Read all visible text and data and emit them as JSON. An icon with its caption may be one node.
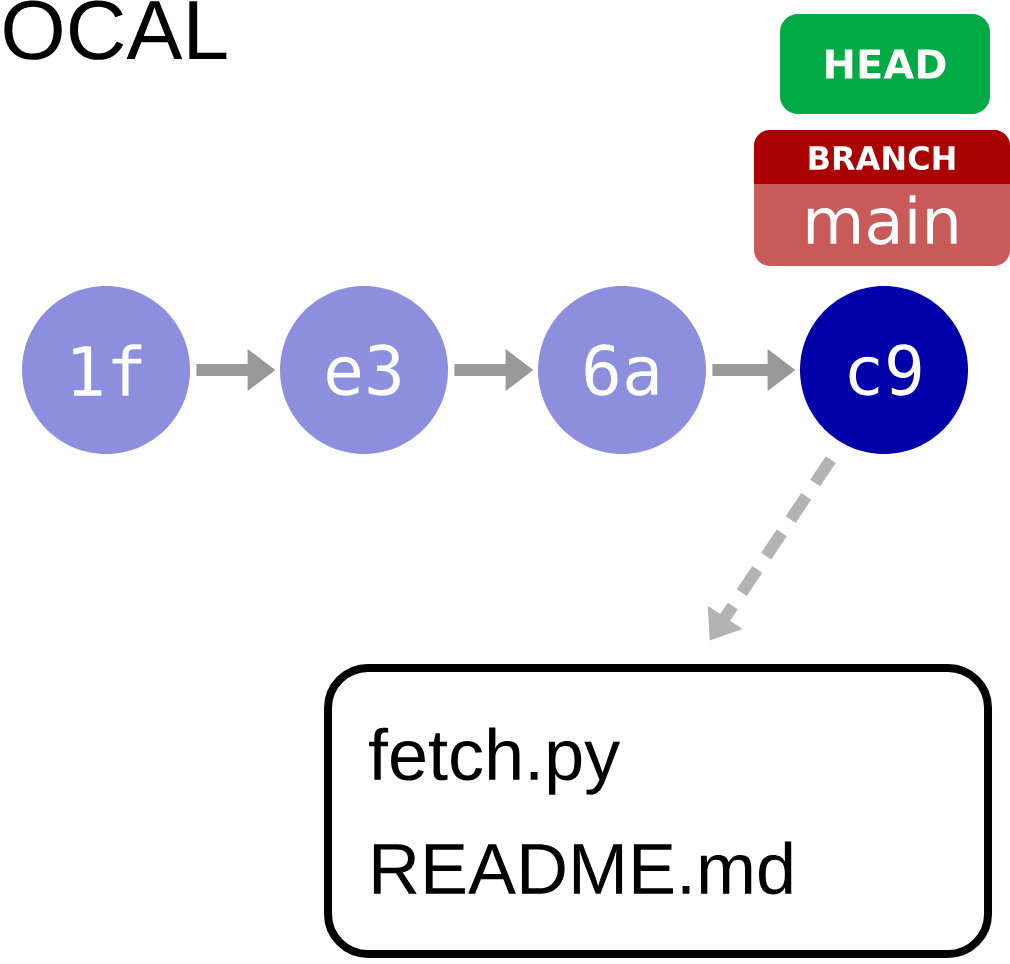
{
  "diagram": {
    "title": "OCAL",
    "nodes": [
      {
        "text": [
          "HEAD"
        ]
      },
      {
        "text": [
          "BRANCH",
          "main"
        ]
      },
      {
        "text": [
          "1f"
        ]
      },
      {
        "text": [
          "e3"
        ]
      },
      {
        "text": [
          "6a"
        ]
      },
      {
        "text": [
          "c9"
        ]
      },
      {
        "text": [
          "fetch.py",
          "README.md"
        ]
      }
    ],
    "edges": [
      {
        "from": 2,
        "to": 3,
        "arrow": "to"
      },
      {
        "from": 3,
        "to": 4,
        "arrow": "to"
      },
      {
        "from": 4,
        "to": 5,
        "arrow": "to"
      },
      {
        "from": 5,
        "to": 6,
        "arrow": "to",
        "style": "dashed",
        "color": "#b3b3b3"
      }
    ]
  }
}
